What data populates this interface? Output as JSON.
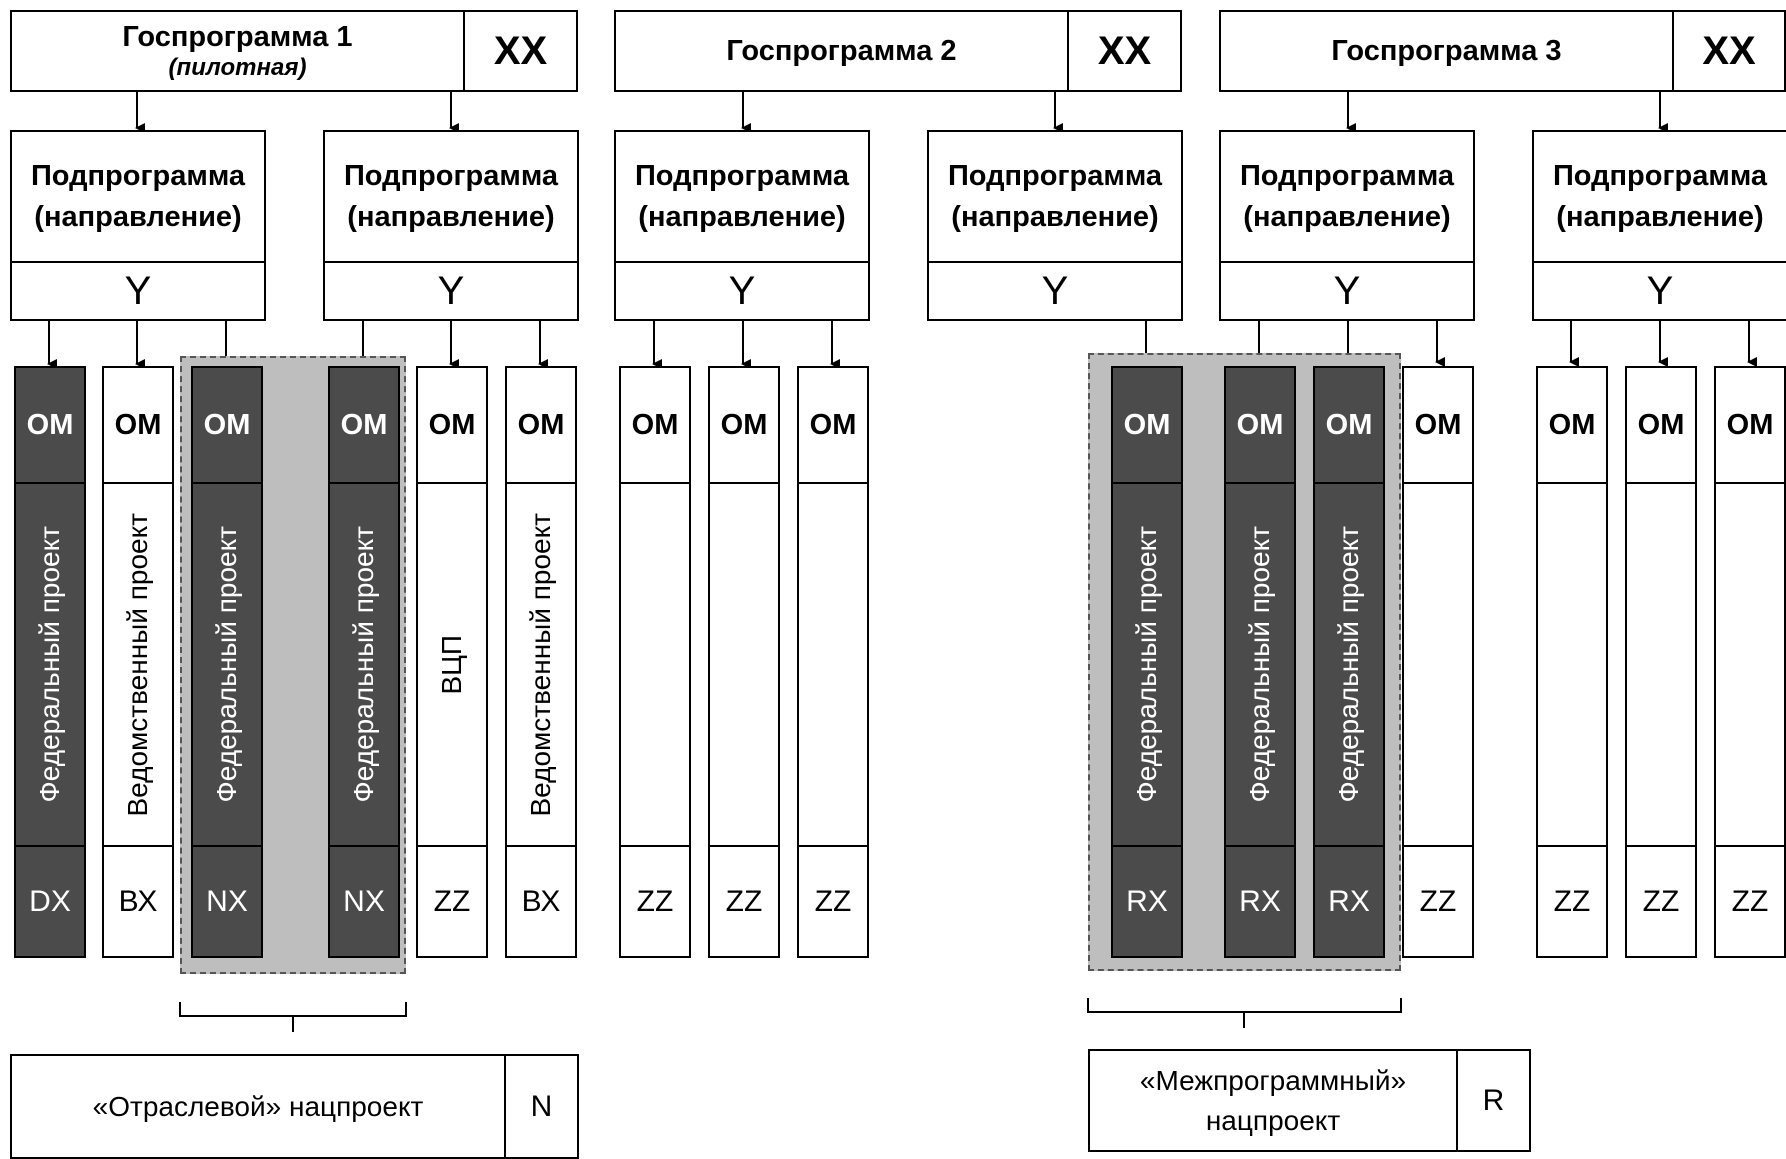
{
  "programs": [
    {
      "title": "Госпрограмма 1",
      "subtitle": "(пилотная)",
      "code": "XX"
    },
    {
      "title": "Госпрограмма 2",
      "subtitle": "",
      "code": "XX"
    },
    {
      "title": "Госпрограмма 3",
      "subtitle": "",
      "code": "XX"
    }
  ],
  "subprogram": {
    "title_line1": "Подпрограмма",
    "title_line2": "(направление)",
    "code": "Y"
  },
  "om_label": "ОМ",
  "columns": [
    {
      "type": "federal",
      "label": "Федеральный проект",
      "code": "DX"
    },
    {
      "type": "departmental",
      "label": "Ведомственный проект",
      "code": "ВХ"
    },
    {
      "type": "federal",
      "label": "Федеральный проект",
      "code": "NX"
    },
    {
      "type": "federal",
      "label": "Федеральный проект",
      "code": "NX"
    },
    {
      "type": "vcp",
      "label": "ВЦП",
      "code": "ZZ"
    },
    {
      "type": "departmental",
      "label": "Ведомственный проект",
      "code": "ВХ"
    },
    {
      "type": "empty",
      "label": "",
      "code": "ZZ"
    },
    {
      "type": "empty",
      "label": "",
      "code": "ZZ"
    },
    {
      "type": "empty",
      "label": "",
      "code": "ZZ"
    },
    {
      "type": "federal",
      "label": "Федеральный проект",
      "code": "RX"
    },
    {
      "type": "federal",
      "label": "Федеральный проект",
      "code": "RX"
    },
    {
      "type": "federal",
      "label": "Федеральный проект",
      "code": "RX"
    },
    {
      "type": "empty",
      "label": "",
      "code": "ZZ"
    },
    {
      "type": "empty",
      "label": "",
      "code": "ZZ"
    },
    {
      "type": "empty",
      "label": "",
      "code": "ZZ"
    },
    {
      "type": "empty",
      "label": "",
      "code": "ZZ"
    }
  ],
  "national_projects": [
    {
      "line1": "«Отраслевой» нацпроект",
      "line2": "",
      "code": "N"
    },
    {
      "line1": "«Межпрограммный»",
      "line2": "нацпроект",
      "code": "R"
    }
  ],
  "colors": {
    "dark": "#4b4b4b",
    "group": "#bebebe",
    "border": "#000000"
  }
}
